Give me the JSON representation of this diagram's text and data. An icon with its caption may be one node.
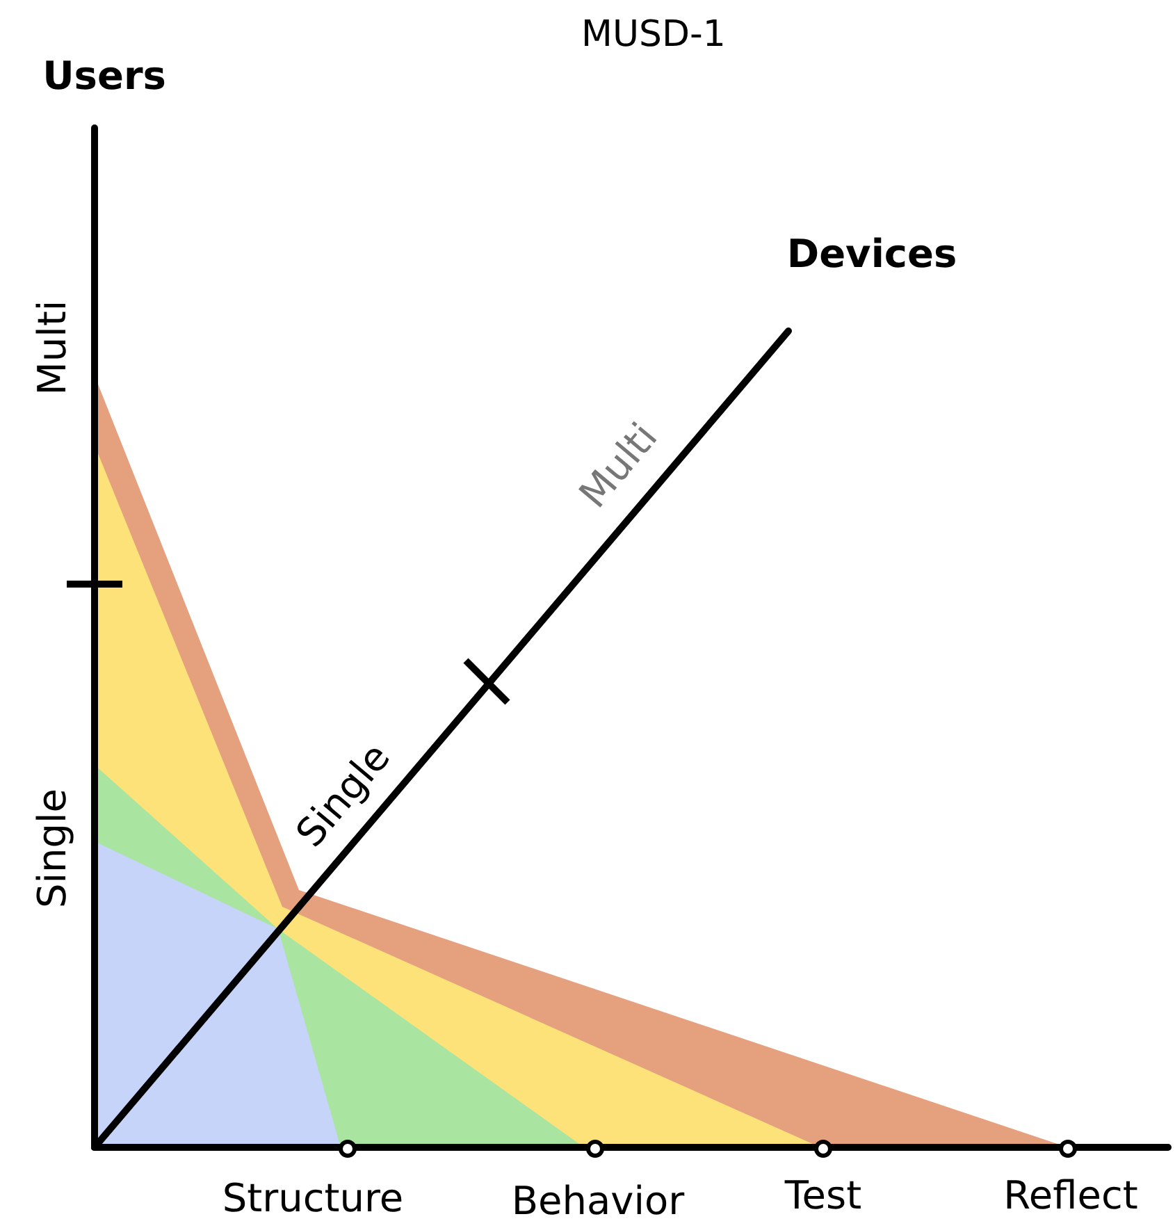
{
  "diagram": {
    "title": "MUSD-1",
    "labels": [
      "Users",
      "Multi",
      "Single",
      "Devices",
      "Multi",
      "Single",
      "Structure",
      "Behavior",
      "Test",
      "Reflect"
    ]
  }
}
